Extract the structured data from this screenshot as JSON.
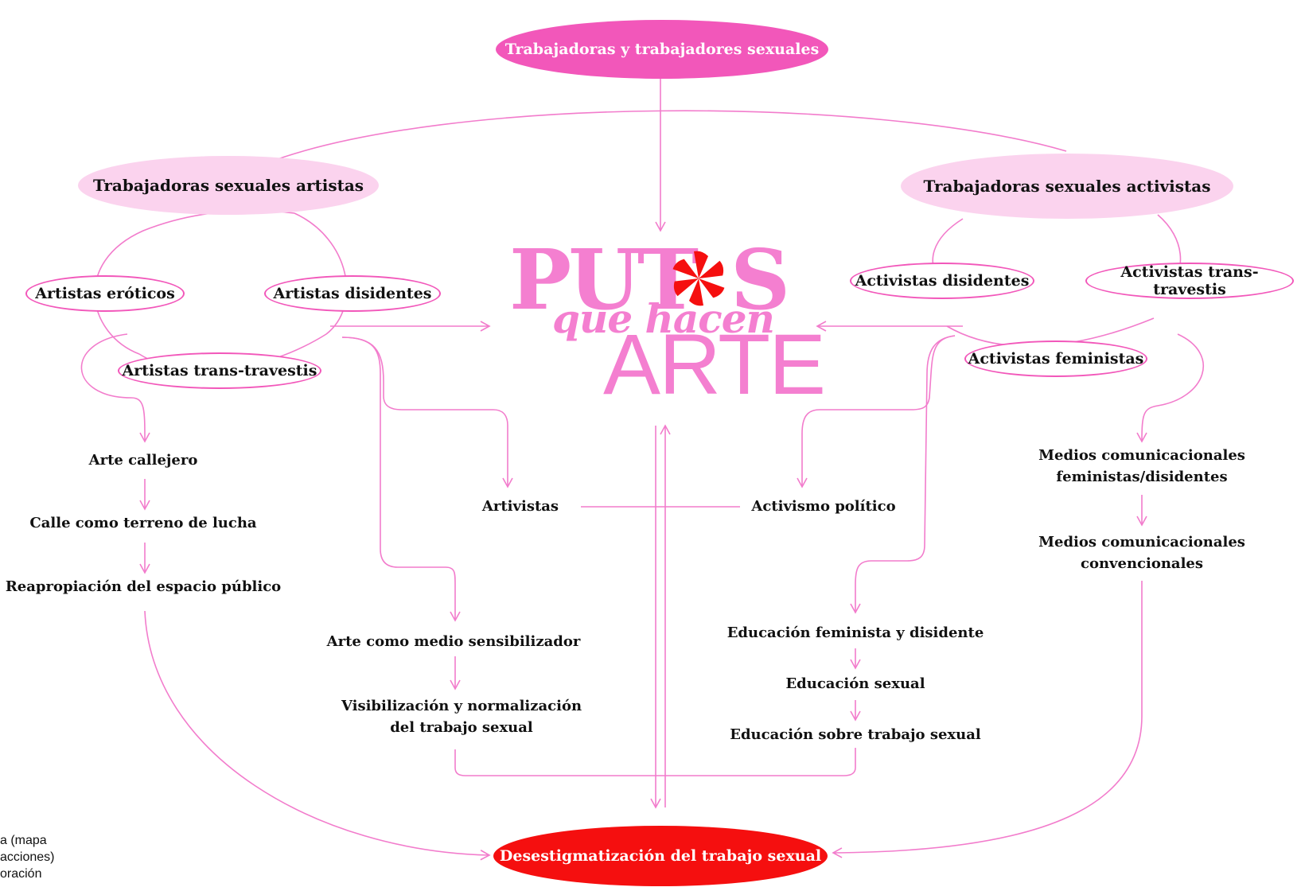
{
  "diagram": {
    "top_node": "Trabajadoras y trabajadores sexuales",
    "artists_group": "Trabajadoras  sexuales artistas",
    "activists_group": "Trabajadoras  sexuales activistas",
    "artists_sub": [
      "Artistas eróticos",
      "Artistas disidentes",
      "Artistas trans-travestis"
    ],
    "activists_sub": [
      "Activistas disidentes",
      "Activistas trans-travestis",
      "Activistas feministas"
    ],
    "left_chain": [
      "Arte callejero",
      "Calle como terreno de lucha",
      "Reapropiación del espacio público"
    ],
    "center_left": "Artivistas",
    "center_right": "Activismo político",
    "art_chain": [
      "Arte como medio sensibilizador",
      "Visibilización y normalización del trabajo sexual"
    ],
    "edu_chain": [
      "Educación feminista y disidente",
      "Educación sexual",
      "Educación sobre trabajo sexual"
    ],
    "media_chain": [
      "Medios comunicacionales feministas/disidentes",
      "Medios comunicacionales convencionales"
    ],
    "bottom_node": "Desestigmatización del trabajo sexual"
  },
  "logo": {
    "line1": "PUT",
    "line1_end": "S",
    "line2": "que hacen",
    "line3": "ARTE"
  },
  "caption": "a (mapa\nacciones)\noración",
  "colors": {
    "hot_pink": "#f257ba",
    "pale_pink": "#fbd3ee",
    "logo_pink": "#f47fd0",
    "red": "#f50f0f",
    "line": "#f27ccc"
  }
}
